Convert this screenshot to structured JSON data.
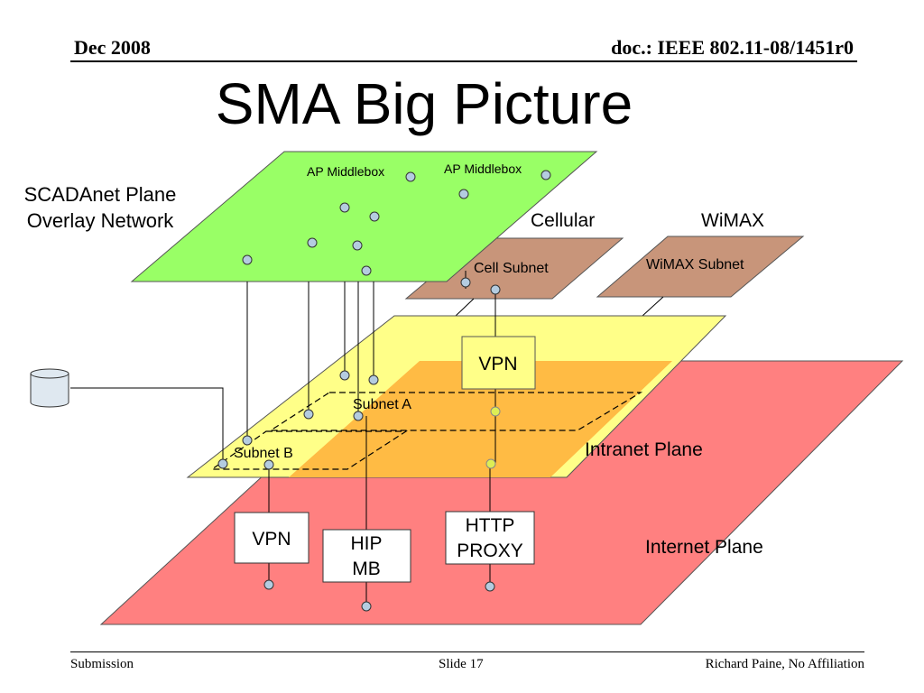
{
  "header": {
    "date": "Dec 2008",
    "doc": "doc.: IEEE 802.11-08/1451r0"
  },
  "title": "SMA Big Picture",
  "footer": {
    "left": "Submission",
    "center": "Slide 17",
    "right": "Richard Paine, No Affiliation"
  },
  "diagram": {
    "overlay_label_line1": "SCADAnet Plane",
    "overlay_label_line2": "Overlay Network",
    "ap_middlebox_1": "AP Middlebox",
    "ap_middlebox_2": "AP Middlebox",
    "cellular_label": "Cellular",
    "wimax_label": "WiMAX",
    "cell_subnet": "Cell Subnet",
    "wimax_subnet": "WiMAX Subnet",
    "vpn_top": "VPN",
    "subnet_a": "Subnet A",
    "subnet_b": "Subnet B",
    "intranet_plane": "Intranet Plane",
    "internet_plane": "Internet Plane",
    "vpn_bottom": "VPN",
    "hip_line1": "HIP",
    "hip_line2": "MB",
    "http_line1": "HTTP",
    "http_line2": "PROXY"
  },
  "colors": {
    "overlay_plane": "#99ff66",
    "cell_plane": "#c8957a",
    "intranet_plane": "#ffff88",
    "orange_plane": "#ffbb44",
    "internet_plane": "#ff8080",
    "node": "#b4cce0"
  }
}
